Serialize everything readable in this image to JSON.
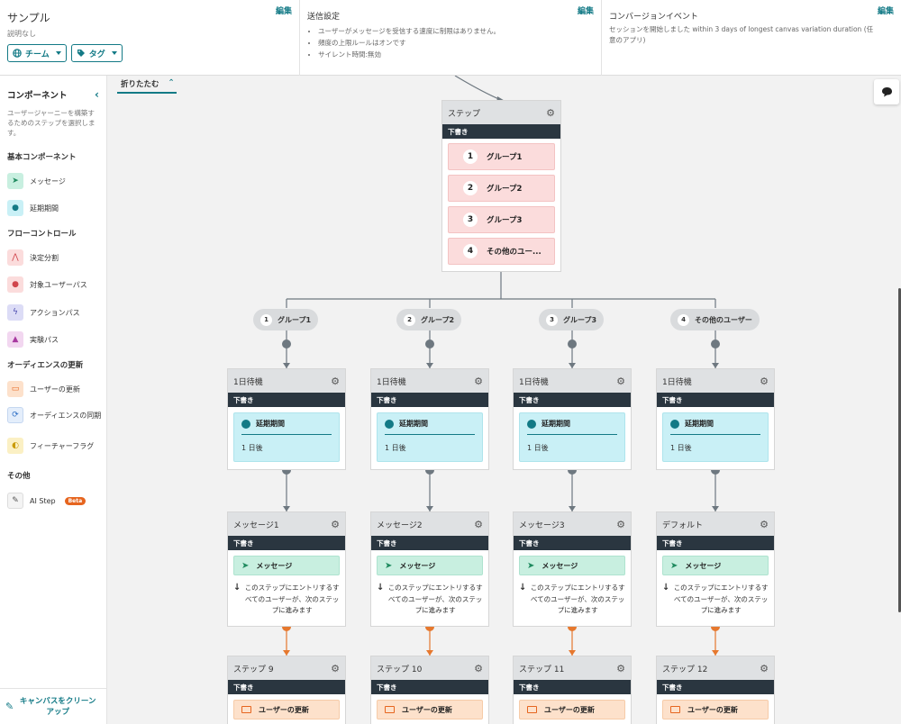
{
  "header": {
    "app": {
      "title": "サンプル",
      "description": "説明なし",
      "edit": "編集",
      "team_label": "チーム",
      "tag_label": "タグ"
    },
    "delivery": {
      "title": "送信設定",
      "edit": "編集",
      "bullets": [
        "ユーザーがメッセージを受信する速度に制限はありません。",
        "頻度の上限ルールはオンです",
        "サイレント時間:無効"
      ]
    },
    "conversion": {
      "title": "コンバージョンイベント",
      "edit": "編集",
      "text": "セッションを開始しました within 3 days of longest canvas variation duration (任意のアプリ)"
    }
  },
  "sidebar": {
    "title": "コンポーネント",
    "description": "ユーザージャーニーを構築するためのステップを選択します。",
    "sections": {
      "basic": "基本コンポーネント",
      "flow": "フローコントロール",
      "audience": "オーディエンスの更新",
      "other": "その他"
    },
    "items": {
      "message": "メッセージ",
      "delay": "延期期間",
      "decision": "決定分割",
      "audience_paths": "対象ユーザーパス",
      "action_paths": "アクションパス",
      "experiment": "実験パス",
      "user_update": "ユーザーの更新",
      "audience_sync": "オーディエンスの同期",
      "feature_flag": "フィーチャーフラグ",
      "ai_step": "AI Step",
      "beta": "Beta"
    },
    "footer": "キャンバスをクリーンアップ"
  },
  "canvas": {
    "collapse": "折りたたむ",
    "top_step": {
      "title": "ステップ",
      "status": "下書き",
      "groups": [
        {
          "num": "1",
          "label": "グループ1"
        },
        {
          "num": "2",
          "label": "グループ2"
        },
        {
          "num": "3",
          "label": "グループ3"
        },
        {
          "num": "4",
          "label": "その他のユー..."
        }
      ]
    },
    "pills": [
      {
        "num": "1",
        "label": "グループ1"
      },
      {
        "num": "2",
        "label": "グループ2"
      },
      {
        "num": "3",
        "label": "グループ3"
      },
      {
        "num": "4",
        "label": "その他のユーザー"
      }
    ],
    "columns": [
      {
        "delay_title": "1日待機",
        "delay_label": "延期期間",
        "delay_value": "1 日後",
        "msg_title": "メッセージ1",
        "msg_label": "メッセージ",
        "note": "このステップにエントリするすべてのユーザーが、次のステップに進みます",
        "upd_title": "ステップ 9",
        "upd_label": "ユーザーの更新"
      },
      {
        "delay_title": "1日待機",
        "delay_label": "延期期間",
        "delay_value": "1 日後",
        "msg_title": "メッセージ2",
        "msg_label": "メッセージ",
        "note": "このステップにエントリするすべてのユーザーが、次のステップに進みます",
        "upd_title": "ステップ 10",
        "upd_label": "ユーザーの更新"
      },
      {
        "delay_title": "1日待機",
        "delay_label": "延期期間",
        "delay_value": "1 日後",
        "msg_title": "メッセージ3",
        "msg_label": "メッセージ",
        "note": "このステップにエントリするすべてのユーザーが、次のステップに進みます",
        "upd_title": "ステップ 11",
        "upd_label": "ユーザーの更新"
      },
      {
        "delay_title": "1日待機",
        "delay_label": "延期期間",
        "delay_value": "1 日後",
        "msg_title": "デフォルト",
        "msg_label": "メッセージ",
        "note": "このステップにエントリするすべてのユーザーが、次のステップに進みます",
        "upd_title": "ステップ 12",
        "upd_label": "ユーザーの更新"
      }
    ],
    "status": "下書き"
  }
}
